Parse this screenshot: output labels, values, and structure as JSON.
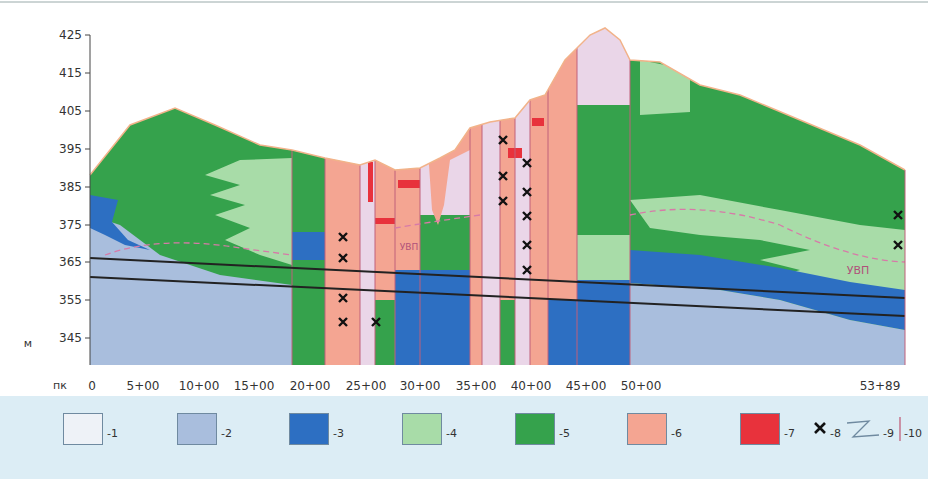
{
  "diagram": {
    "labels": [
      "425",
      "415",
      "405",
      "395",
      "385",
      "375",
      "365",
      "355",
      "345",
      "м",
      "пк",
      "0",
      "5+00",
      "10+00",
      "15+00",
      "20+00",
      "25+00",
      "30+00",
      "35+00",
      "40+00",
      "45+00",
      "50+00",
      "53+89",
      "УВП",
      "УВП"
    ],
    "legend": [
      {
        "text": "-1",
        "color": "#eef2f7"
      },
      {
        "text": "-2",
        "color": "#a9bedd"
      },
      {
        "text": "-3",
        "color": "#2d6fc2"
      },
      {
        "text": "-4",
        "color": "#a8dca8"
      },
      {
        "text": "-5",
        "color": "#35a24c"
      },
      {
        "text": "-6",
        "color": "#f4a592"
      },
      {
        "text": "-7",
        "color": "#e8323c"
      },
      {
        "text": "-8"
      },
      {
        "text": "-9"
      },
      {
        "text": "-10"
      }
    ]
  }
}
